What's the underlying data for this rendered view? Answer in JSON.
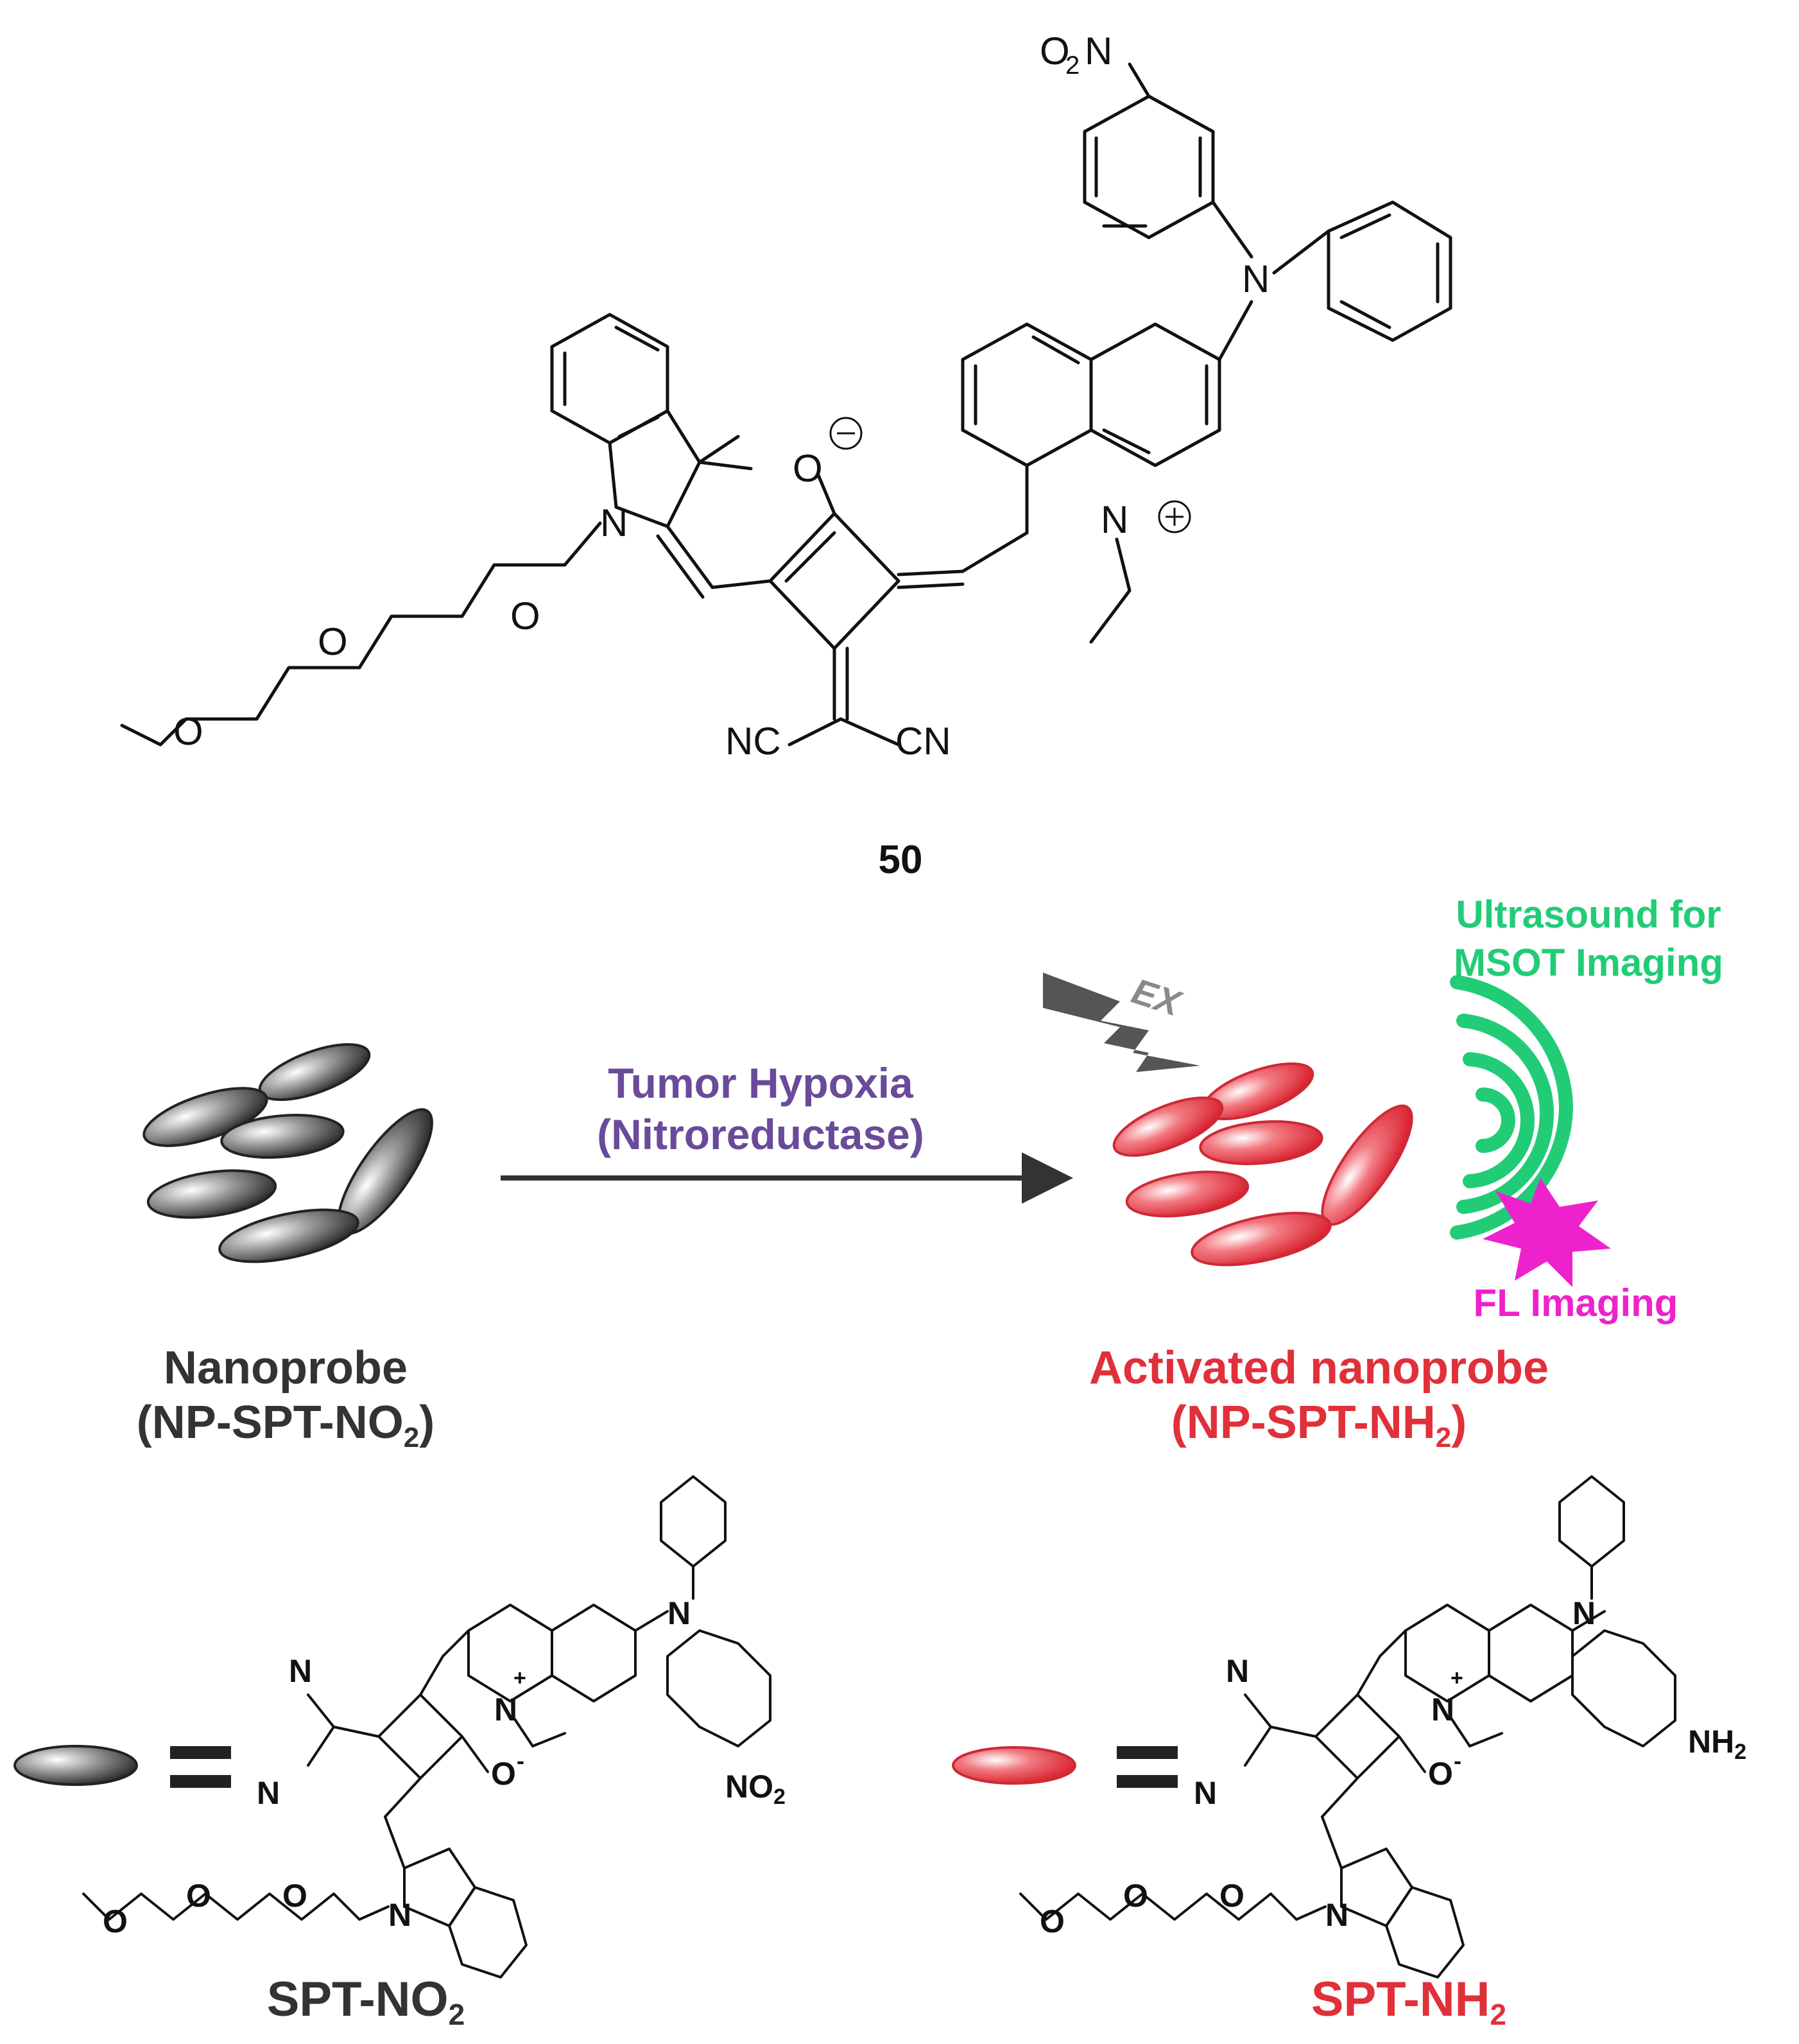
{
  "compound": {
    "number": "50",
    "atoms": {
      "nitro": "O",
      "nitro_sub": "2",
      "nitro_n": "N",
      "amine_n": "N",
      "indole_n": "N",
      "quin_n": "N",
      "oxide_o": "O",
      "nc_left": "NC",
      "cn_right": "CN",
      "ether_o1": "O",
      "ether_o2": "O",
      "ether_o3": "O"
    }
  },
  "scheme": {
    "arrow_label_line1": "Tumor Hypoxia",
    "arrow_label_line2": "(Nitroreductase)",
    "ex_label": "EX",
    "ultrasound_line1": "Ultrasound for",
    "ultrasound_line2": "MSOT Imaging",
    "fl_label": "FL Imaging",
    "left_title": "Nanoprobe",
    "left_formula_pre": "(NP-SPT-NO",
    "left_formula_sub": "2",
    "left_formula_post": ")",
    "right_title": "Activated nanoprobe",
    "right_formula_pre": "(NP-SPT-NH",
    "right_formula_sub": "2",
    "right_formula_post": ")",
    "equals": "="
  },
  "legend": {
    "left_name_pre": "SPT-NO",
    "left_name_sub": "2",
    "right_name_pre": "SPT-NH",
    "right_name_sub": "2",
    "left_group_pre": "NO",
    "left_group_sub": "2",
    "right_group_pre": "NH",
    "right_group_sub": "2",
    "n_atom": "N",
    "o_minus": "O",
    "o_atom": "O",
    "plus": "+",
    "minus": "-"
  },
  "colors": {
    "purple": "#6a4a9a",
    "green": "#22cc77",
    "magenta": "#ee22cc",
    "red": "#e0303a",
    "dark": "#333333",
    "grey_particle": "#8a8a8a",
    "red_particle": "#f06070"
  }
}
